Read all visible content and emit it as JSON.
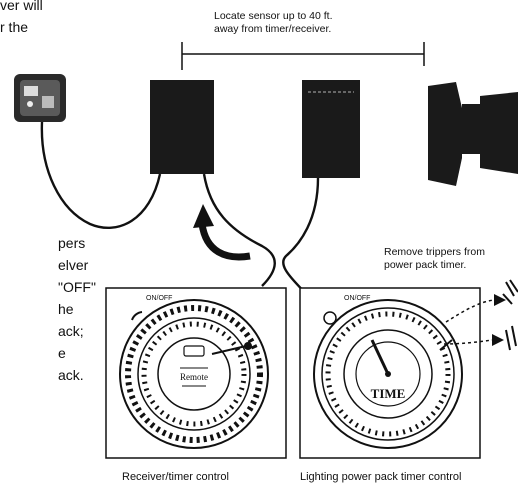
{
  "top_left_fragment": [
    "ver will",
    "r the"
  ],
  "left_fragment": [
    "pers",
    "elver",
    "\"OFF\"",
    "he",
    "ack;",
    "e",
    "",
    "ack."
  ],
  "distance_note": [
    "Locate sensor up to 40 ft.",
    "away from timer/receiver."
  ],
  "tripper_note": [
    "Remove trippers from",
    "power pack timer."
  ],
  "captions": {
    "receiver": "Receiver/timer control",
    "power_pack": "Lighting power pack timer control"
  },
  "dial_labels": {
    "onoff": "ON/OFF",
    "receiver_face": "Remote",
    "power_face": "TIME"
  },
  "colors": {
    "ink": "#111111",
    "device": "#1a1a1a",
    "paper": "#ffffff"
  }
}
